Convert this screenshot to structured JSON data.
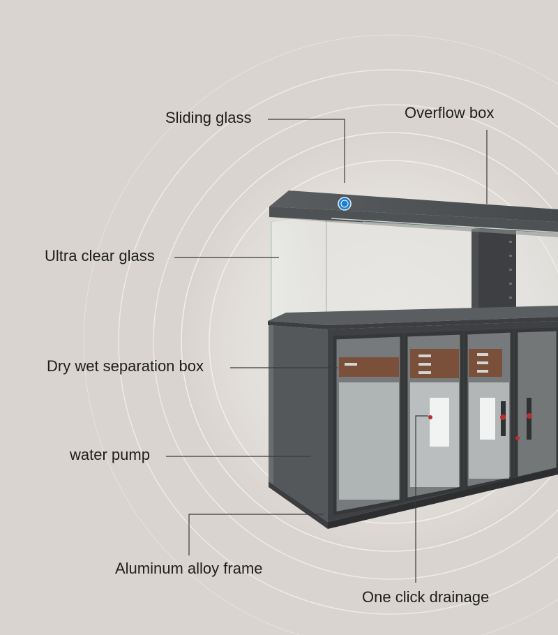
{
  "labels": {
    "sliding_glass": "Sliding glass",
    "overflow_box": "Overflow box",
    "ultra_clear_glass": "Ultra clear glass",
    "dry_wet_separation_box": "Dry wet separation box",
    "water_pump": "water pump",
    "aluminum_alloy_frame": "Aluminum alloy frame",
    "one_click_drainage": "One click drainage"
  },
  "colors": {
    "background": "#d9d4cf",
    "cabinet": "#4a4d50",
    "cabinet_dark": "#3a3c3f",
    "leader_line": "#3a3a3a",
    "text": "#1e1e1e",
    "logo": "#1f7fd0"
  }
}
